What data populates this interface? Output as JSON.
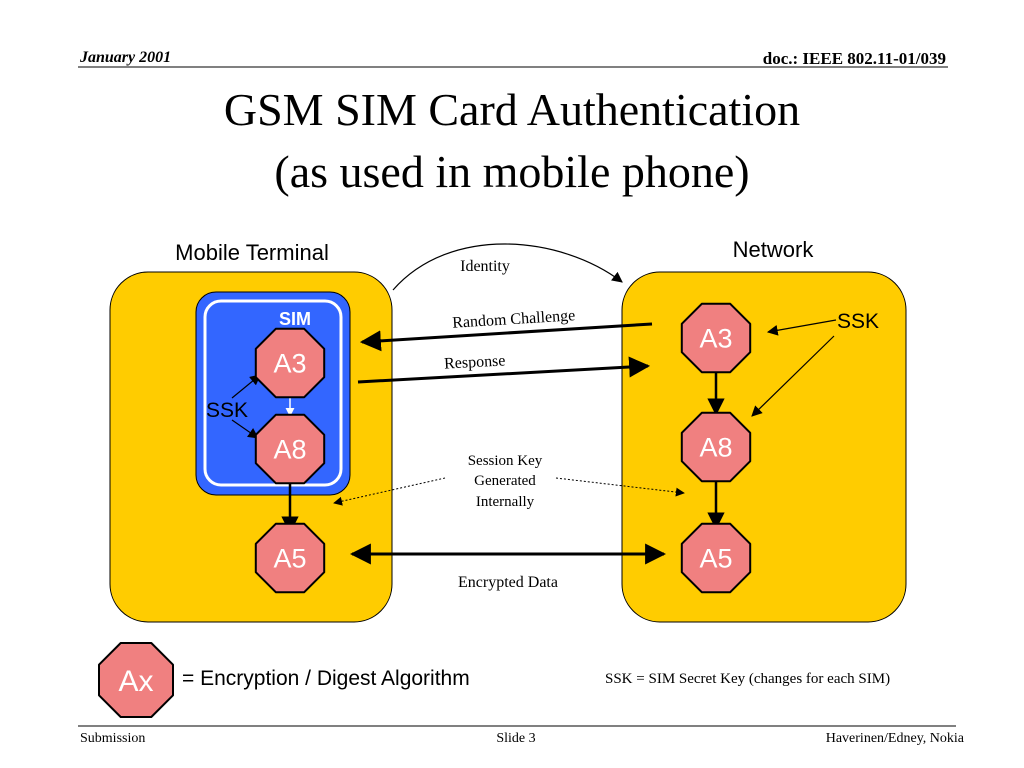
{
  "header": {
    "date": "January 2001",
    "doc": "doc.: IEEE 802.11-01/039"
  },
  "title": {
    "line1": "GSM SIM Card Authentication",
    "line2": "(as used in mobile phone)"
  },
  "mobile": {
    "label": "Mobile Terminal",
    "sim_label": "SIM",
    "ssk": "SSK",
    "nodes": [
      "A3",
      "A8",
      "A5"
    ]
  },
  "network": {
    "label": "Network",
    "ssk": "SSK",
    "nodes": [
      "A3",
      "A8",
      "A5"
    ]
  },
  "messages": {
    "identity": "Identity",
    "challenge": "Random Challenge",
    "response": "Response",
    "session_key_line1": "Session Key",
    "session_key_line2": "Generated",
    "session_key_line3": "Internally",
    "encrypted": "Encrypted Data"
  },
  "legend": {
    "symbol": "Ax",
    "text": "= Encryption / Digest Algorithm",
    "ssk_note": "SSK = SIM Secret Key (changes for each SIM)"
  },
  "footer": {
    "left": "Submission",
    "center": "Slide 3",
    "right": "Haverinen/Edney, Nokia"
  },
  "colors": {
    "terminal_fill": "#FFCC00",
    "sim_fill": "#3366FF",
    "node_fill": "#F08080",
    "line": "#000000"
  }
}
